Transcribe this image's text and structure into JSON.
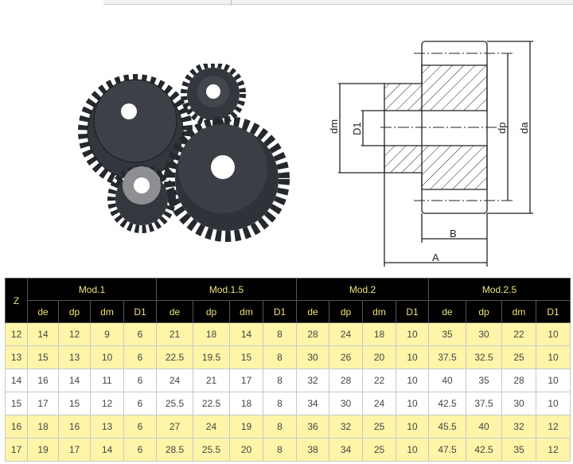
{
  "diagram_labels": {
    "dm": "dm",
    "D1": "D1",
    "dp": "dp",
    "da": "da",
    "B": "B",
    "A": "A"
  },
  "table": {
    "z_header": "Z",
    "groups": [
      "Mod.1",
      "Mod.1.5",
      "Mod.2",
      "Mod.2.5"
    ],
    "sub_headers": [
      "de",
      "dp",
      "dm",
      "D1"
    ],
    "rows": [
      {
        "z": "12",
        "cells": [
          "14",
          "12",
          "9",
          "6",
          "21",
          "18",
          "14",
          "8",
          "28",
          "24",
          "18",
          "10",
          "35",
          "30",
          "22",
          "10"
        ]
      },
      {
        "z": "13",
        "cells": [
          "15",
          "13",
          "10",
          "6",
          "22.5",
          "19.5",
          "15",
          "8",
          "30",
          "26",
          "20",
          "10",
          "37.5",
          "32.5",
          "25",
          "10"
        ]
      },
      {
        "z": "14",
        "cells": [
          "16",
          "14",
          "11",
          "6",
          "24",
          "21",
          "17",
          "8",
          "32",
          "28",
          "22",
          "10",
          "40",
          "35",
          "28",
          "10"
        ]
      },
      {
        "z": "15",
        "cells": [
          "17",
          "15",
          "12",
          "6",
          "25.5",
          "22.5",
          "18",
          "8",
          "34",
          "30",
          "24",
          "10",
          "42.5",
          "37.5",
          "30",
          "10"
        ]
      },
      {
        "z": "16",
        "cells": [
          "18",
          "16",
          "13",
          "6",
          "27",
          "24",
          "19",
          "8",
          "36",
          "32",
          "25",
          "10",
          "45.5",
          "40",
          "32",
          "12"
        ]
      },
      {
        "z": "17",
        "cells": [
          "19",
          "17",
          "14",
          "6",
          "28.5",
          "25.5",
          "20",
          "8",
          "38",
          "34",
          "25",
          "10",
          "47.5",
          "42.5",
          "35",
          "12"
        ]
      }
    ]
  },
  "colors": {
    "header_bg": "#000000",
    "header_text": "#eee27a",
    "row_yellow": "#fff5a8"
  }
}
